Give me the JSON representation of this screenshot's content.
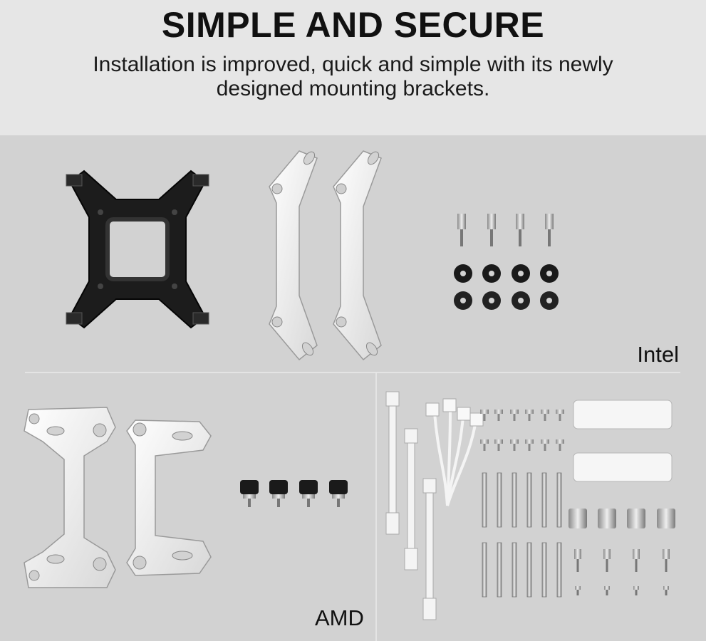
{
  "header": {
    "title": "SIMPLE AND SECURE",
    "subtitle": "Installation is improved, quick and simple with its newly designed mounting brackets."
  },
  "sections": {
    "intel_label": "Intel",
    "amd_label": "AMD"
  },
  "colors": {
    "header_bg": "#e6e6e6",
    "panel_bg": "#d2d2d2",
    "backplate": "#1c1c1c",
    "metal": "#f2f2f2"
  }
}
